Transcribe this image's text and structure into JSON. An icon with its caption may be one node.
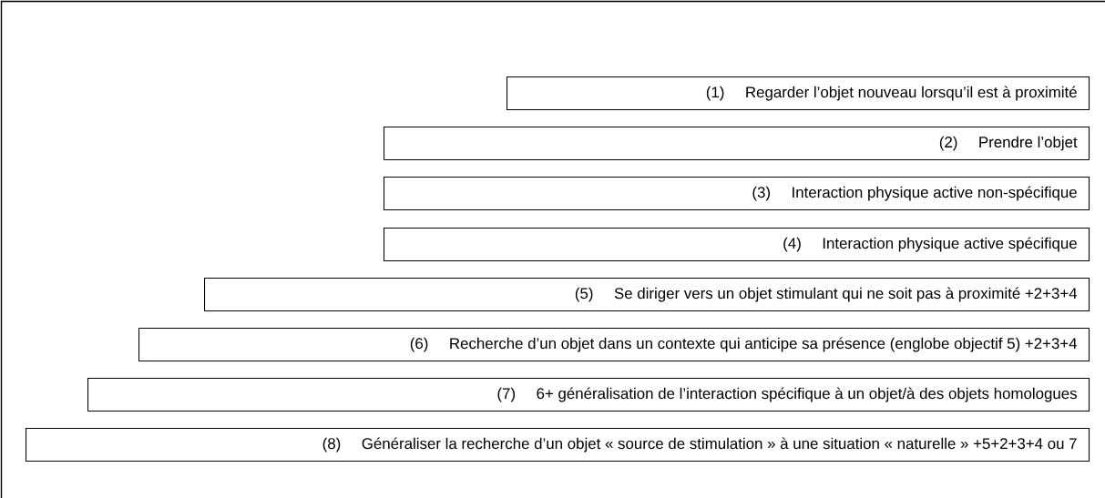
{
  "diagram": {
    "nodes": [
      {
        "text": [
          "(1)",
          "Regarder l’objet nouveau lorsqu’il est à proximité"
        ]
      },
      {
        "text": [
          "(2)",
          "Prendre l’objet"
        ]
      },
      {
        "text": [
          "(3)",
          "Interaction physique active non-spécifique"
        ]
      },
      {
        "text": [
          "(4)",
          "Interaction physique active spécifique"
        ]
      },
      {
        "text": [
          "(5)",
          "Se diriger vers un objet stimulant qui ne soit pas à proximité +2+3+4"
        ]
      },
      {
        "text": [
          "(6)",
          "Recherche d’un objet dans un contexte qui anticipe sa présence (englobe objectif 5) +2+3+4"
        ]
      },
      {
        "text": [
          "(7)",
          "6+ généralisation de l’interaction spécifique à un objet/à des objets homologues"
        ]
      },
      {
        "text": [
          "(8)",
          "Généraliser la recherche d’un objet « source de stimulation » à une situation « naturelle » +5+2+3+4 ou 7"
        ]
      }
    ]
  }
}
